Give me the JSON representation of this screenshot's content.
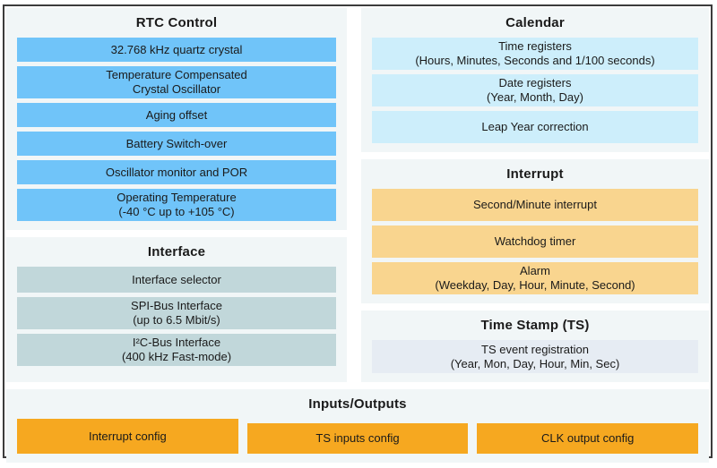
{
  "rtc": {
    "title": "RTC Control",
    "items": [
      "32.768 kHz quartz crystal",
      "Temperature Compensated\nCrystal Oscillator",
      "Aging offset",
      "Battery Switch-over",
      "Oscillator monitor and POR",
      "Operating Temperature\n(-40 °C up to +105 °C)"
    ]
  },
  "interface": {
    "title": "Interface",
    "items": [
      "Interface selector",
      "SPI-Bus Interface\n(up to 6.5 Mbit/s)",
      "I²C-Bus Interface\n(400 kHz Fast-mode)"
    ]
  },
  "calendar": {
    "title": "Calendar",
    "items": [
      "Time registers\n(Hours, Minutes, Seconds and 1/100 seconds)",
      "Date registers\n(Year, Month, Day)",
      "Leap Year correction"
    ]
  },
  "interrupt": {
    "title": "Interrupt",
    "items": [
      "Second/Minute interrupt",
      "Watchdog timer",
      "Alarm\n(Weekday, Day, Hour, Minute, Second)"
    ]
  },
  "timestamp": {
    "title": "Time Stamp (TS)",
    "items": [
      "TS event registration\n(Year, Mon, Day, Hour, Min, Sec)"
    ]
  },
  "io": {
    "title": "Inputs/Outputs",
    "items": [
      "Interrupt config",
      "TS inputs config",
      "CLK output config"
    ]
  },
  "colors": {
    "border": "#3c3c3c",
    "panel_bg": "#f1f6f7",
    "rtc_box": "#70c4f9",
    "interface_box": "#c1d7da",
    "calendar_box": "#cdeefb",
    "interrupt_box": "#f9d58f",
    "timestamp_box": "#e6ecf3",
    "io_box": "#f6a820"
  }
}
